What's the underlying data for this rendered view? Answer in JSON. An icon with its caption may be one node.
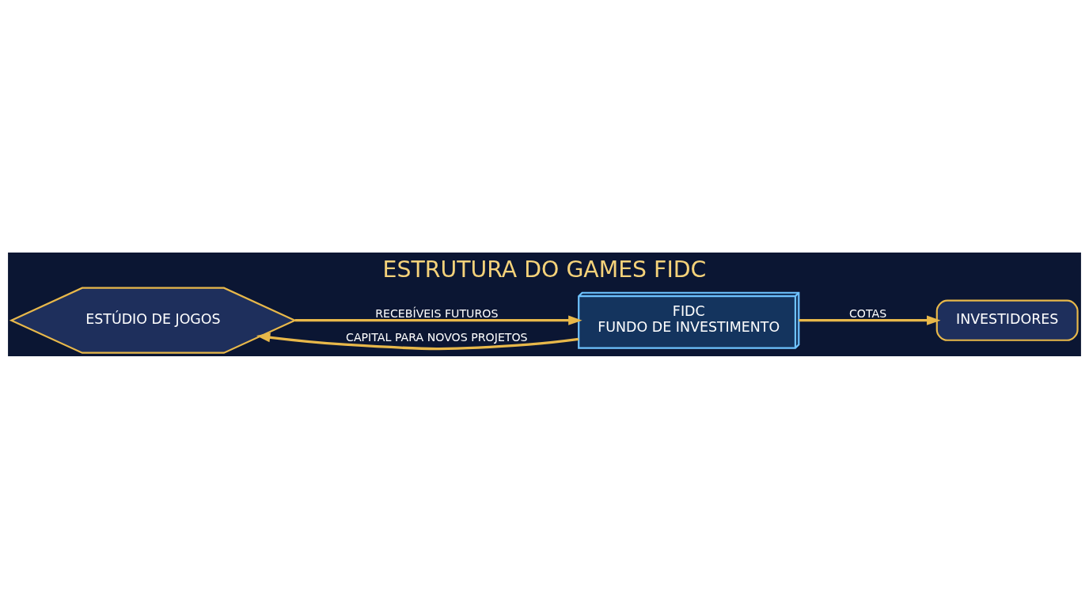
{
  "diagram": {
    "title": "ESTRUTURA DO GAMES FIDC",
    "nodes": [
      {
        "text": [
          "ESTÚDIO DE JOGOS"
        ]
      },
      {
        "text": [
          "FIDC",
          "FUNDO DE INVESTIMENTO"
        ]
      },
      {
        "text": [
          "INVESTIDORES"
        ]
      }
    ],
    "edges": [
      {
        "from": 0,
        "to": 1,
        "arrow": "to",
        "label": "RECEBÍVEIS FUTUROS"
      },
      {
        "from": 1,
        "to": 2,
        "arrow": "to",
        "label": "COTAS"
      },
      {
        "from": 1,
        "to": 0,
        "arrow": "to",
        "label": "CAPITAL PARA NOVOS PROJETOS"
      }
    ]
  }
}
